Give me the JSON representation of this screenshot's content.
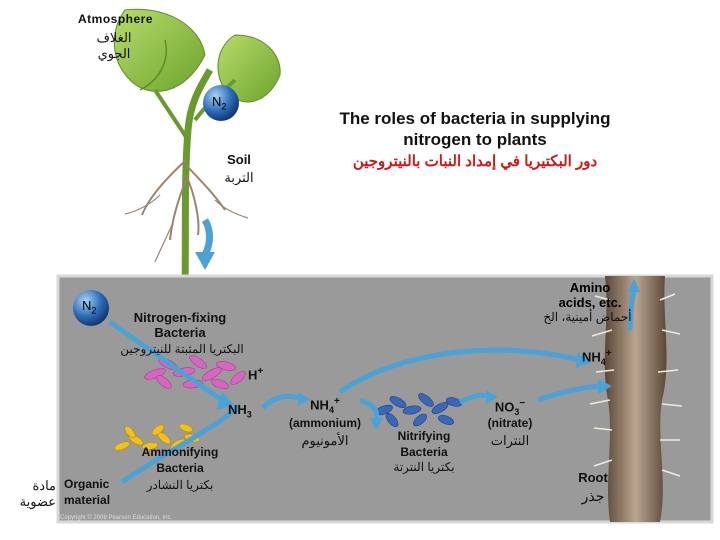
{
  "atmosphere": {
    "en": "Atmosphere",
    "ar": "الغلاف الجوي"
  },
  "n2_top": {
    "base": "N",
    "sub": "2"
  },
  "soil": {
    "en": "Soil",
    "ar": "التربة"
  },
  "title": {
    "line1": "The roles of bacteria in supplying",
    "line2": "nitrogen to plants",
    "ar": "دور البكتيريا في إمداد النبات بالنيتروجين"
  },
  "amino": {
    "line1": "Amino",
    "line2": "acids, etc.",
    "ar": "أحماض أمينية، الخ"
  },
  "n2_soil": {
    "base": "N",
    "sub": "2"
  },
  "fixing": {
    "line1": "Nitrogen-fixing",
    "line2": "Bacteria",
    "ar": "البكتريا المثبتة للنيتروجين"
  },
  "nh4_root": {
    "base": "NH",
    "sub": "4",
    "sup": "+"
  },
  "h_plus": {
    "base": "H",
    "sup": "+"
  },
  "nh3": {
    "base": "NH",
    "sub": "3"
  },
  "nh4_mid": {
    "base": "NH",
    "sub": "4",
    "sup": "+"
  },
  "ammonium": {
    "en": "(ammonium)",
    "ar": "الأمونيوم"
  },
  "no3": {
    "base": "NO",
    "sub": "3",
    "sup": "−"
  },
  "nitrate": {
    "en": "(nitrate)",
    "ar": "النترات"
  },
  "nitrifying": {
    "line1": "Nitrifying",
    "line2": "Bacteria",
    "ar": "بكتريا النترتة"
  },
  "ammonifying": {
    "line1": "Ammonifying",
    "line2": "Bacteria",
    "ar": "بكتريا النشادر"
  },
  "organic": {
    "line1": "Organic",
    "line2": "material",
    "ar1": "مادة",
    "ar2": "عضوية"
  },
  "root": {
    "en": "Root",
    "ar": "جذر"
  },
  "copyright": "Copyright © 2008 Pearson Education, Inc.",
  "colors": {
    "soil": "#9a9a9a",
    "soil_border": "#d8d8d8",
    "fixing_bacteria": "#d965c2",
    "ammonifying_bacteria": "#f0c020",
    "nitrifying_bacteria": "#3a67b8",
    "arrow": "#4aa2d6",
    "sphere": "#2a67b0",
    "leaf": "#8fc44a",
    "stem": "#6a9a2e",
    "root_color": "#7a6352"
  }
}
